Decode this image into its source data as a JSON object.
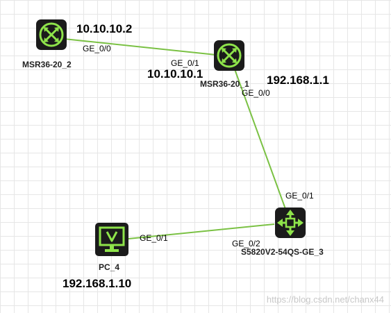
{
  "colors": {
    "link": "#7ac143",
    "icon_bg": "#1b1b1b",
    "icon_accent": "#8ee34a"
  },
  "devices": {
    "r2": {
      "name": "MSR36-20_2",
      "ip": "10.10.10.2",
      "icon": "router-icon"
    },
    "r1": {
      "name": "MSR36-20_1",
      "ip_left": "10.10.10.1",
      "ip_right": "192.168.1.1",
      "icon": "router-icon"
    },
    "sw": {
      "name": "S5820V2-54QS-GE_3",
      "icon": "switch-icon"
    },
    "pc": {
      "name": "PC_4",
      "ip": "192.168.1.10",
      "icon": "monitor-icon"
    }
  },
  "links": [
    {
      "from": "r2",
      "to": "r1",
      "port_from": "GE_0/0",
      "port_to": "GE_0/1"
    },
    {
      "from": "r1",
      "to": "sw",
      "port_from": "GE_0/0",
      "port_to": "GE_0/1"
    },
    {
      "from": "pc",
      "to": "sw",
      "port_from": "GE_0/1",
      "port_to": "GE_0/2"
    }
  ],
  "watermark": "https://blog.csdn.net/chanx44"
}
